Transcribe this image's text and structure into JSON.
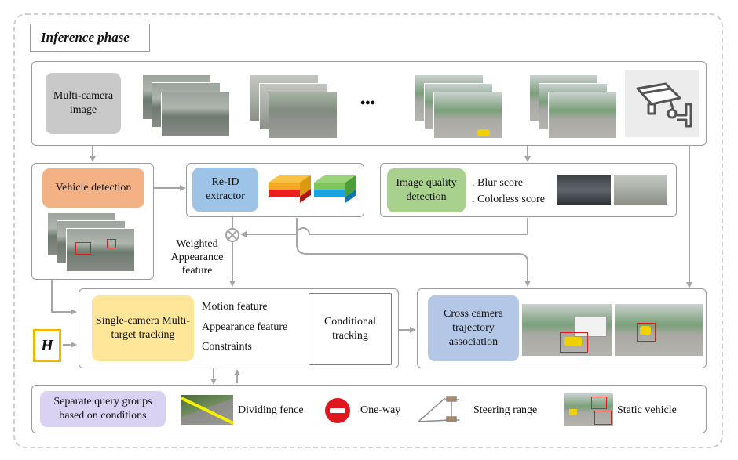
{
  "phase_title": "Inference phase",
  "input": {
    "source_label": "Multi-camera image",
    "ellipsis": "•••",
    "camera_icon": "cctv-camera-icon"
  },
  "detection": {
    "label": "Vehicle detection"
  },
  "reid": {
    "label": "Re-ID extractor"
  },
  "quality": {
    "label": "Image quality detection",
    "metrics": [
      ". Blur score",
      ". Colorless score"
    ]
  },
  "weighted": {
    "label": "Weighted Appearance feature"
  },
  "tracking": {
    "label": "Single-camera Multi-target tracking",
    "features": [
      "Motion feature",
      "Appearance feature",
      "Constraints"
    ],
    "conditional": "Conditional tracking"
  },
  "h_label": "H",
  "cross": {
    "label": "Cross camera trajectory association"
  },
  "query": {
    "label": "Separate query groups based on conditions",
    "conditions": [
      {
        "label": "Dividing fence",
        "icon": "dividing-fence-icon"
      },
      {
        "label": "One-way",
        "icon": "no-entry-icon"
      },
      {
        "label": "Steering range",
        "icon": "steering-range-icon"
      },
      {
        "label": "Static vehicle",
        "icon": "static-vehicle-icon"
      }
    ]
  },
  "colors": {
    "input_pill": "#c9c9c9",
    "detection_pill": "#f4b183",
    "reid_pill": "#9dc3e6",
    "quality_pill": "#a9d18e",
    "tracking_pill": "#ffe699",
    "cross_pill": "#b4c7e7",
    "query_pill": "#d9d2f2",
    "h_border": "#f2b800",
    "arrow": "#a6a6a6"
  }
}
